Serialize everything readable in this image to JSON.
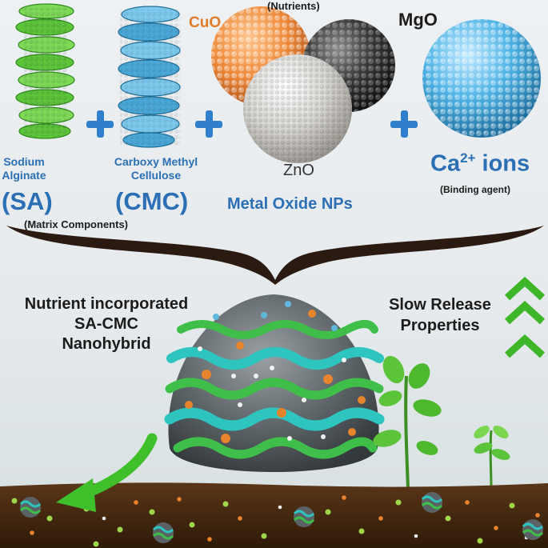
{
  "components": {
    "sa": {
      "name_line1": "Sodium",
      "name_line2": "Alginate",
      "abbr": "(SA)"
    },
    "cmc": {
      "name_line1": "Carboxy Methyl",
      "name_line2": "Cellulose",
      "abbr": "(CMC)"
    },
    "matrix_caption": "(Matrix Components)"
  },
  "nutrients": {
    "caption": "(Nutrients)",
    "cuo": "CuO",
    "mgo": "MgO",
    "zno": "ZnO",
    "group_label": "Metal Oxide NPs"
  },
  "ions": {
    "base": "Ca",
    "superscript": "2+",
    "suffix": " ions",
    "caption": "(Binding agent)"
  },
  "result": {
    "line1": "Nutrient incorporated",
    "line2": "SA-CMC",
    "line3": "Nanohybrid"
  },
  "release": {
    "line1": "Slow Release",
    "line2": "Properties"
  },
  "colors": {
    "accent_blue": "#2b6fb5",
    "cuo_orange": "#e07b2a",
    "sa_green": "#5cc43a",
    "cmc_blue": "#4aa8d8",
    "soil_brown": "#3b2410",
    "arrow_green": "#3fbf2a"
  },
  "icons": [
    "plus-icon",
    "curly-brace-icon",
    "chevron-up-icon",
    "curved-arrow-icon",
    "seedling-icon"
  ]
}
